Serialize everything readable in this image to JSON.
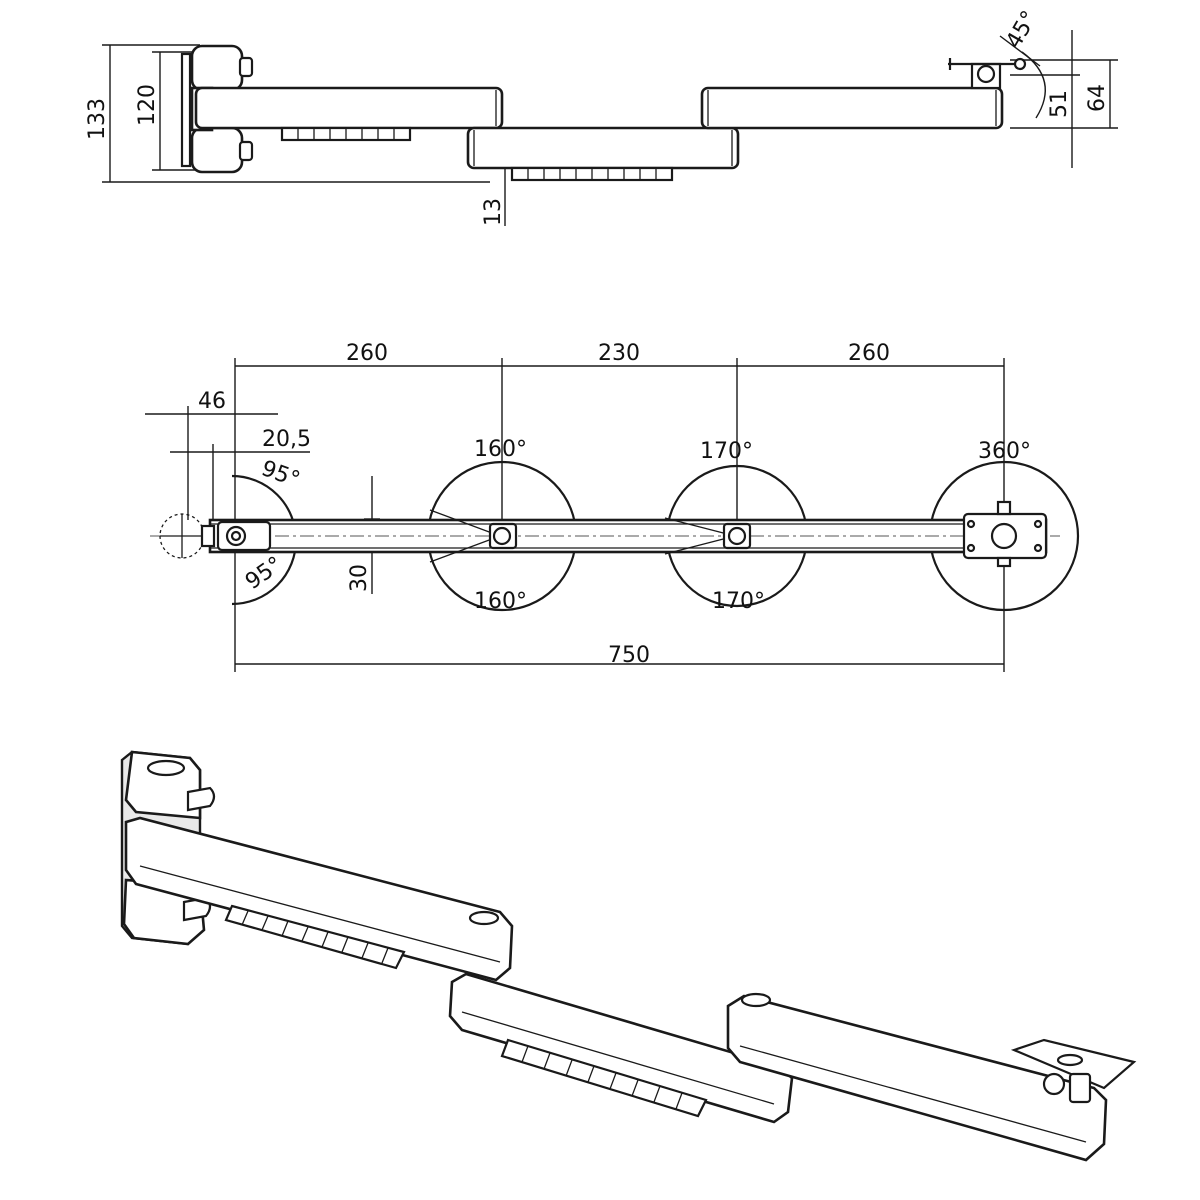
{
  "side_view": {
    "dim_overall_height": "133",
    "dim_clamp_height": "120",
    "dim_bottom_offset": "13",
    "dim_angle": "45°",
    "dim_plate_offset": "51",
    "dim_plate_height": "64"
  },
  "top_view": {
    "dim_arm_1": "260",
    "dim_arm_2": "230",
    "dim_arm_3": "260",
    "dim_offset_46": "46",
    "dim_offset_20_5": "20,5",
    "angle_wall_top": "95°",
    "angle_wall_bottom": "95°",
    "angle_joint_1_top": "160°",
    "angle_joint_1_bottom": "160°",
    "angle_joint_2_top": "170°",
    "angle_joint_2_bottom": "170°",
    "angle_head": "360°",
    "dim_arm_width": "30",
    "dim_total_length": "750"
  }
}
